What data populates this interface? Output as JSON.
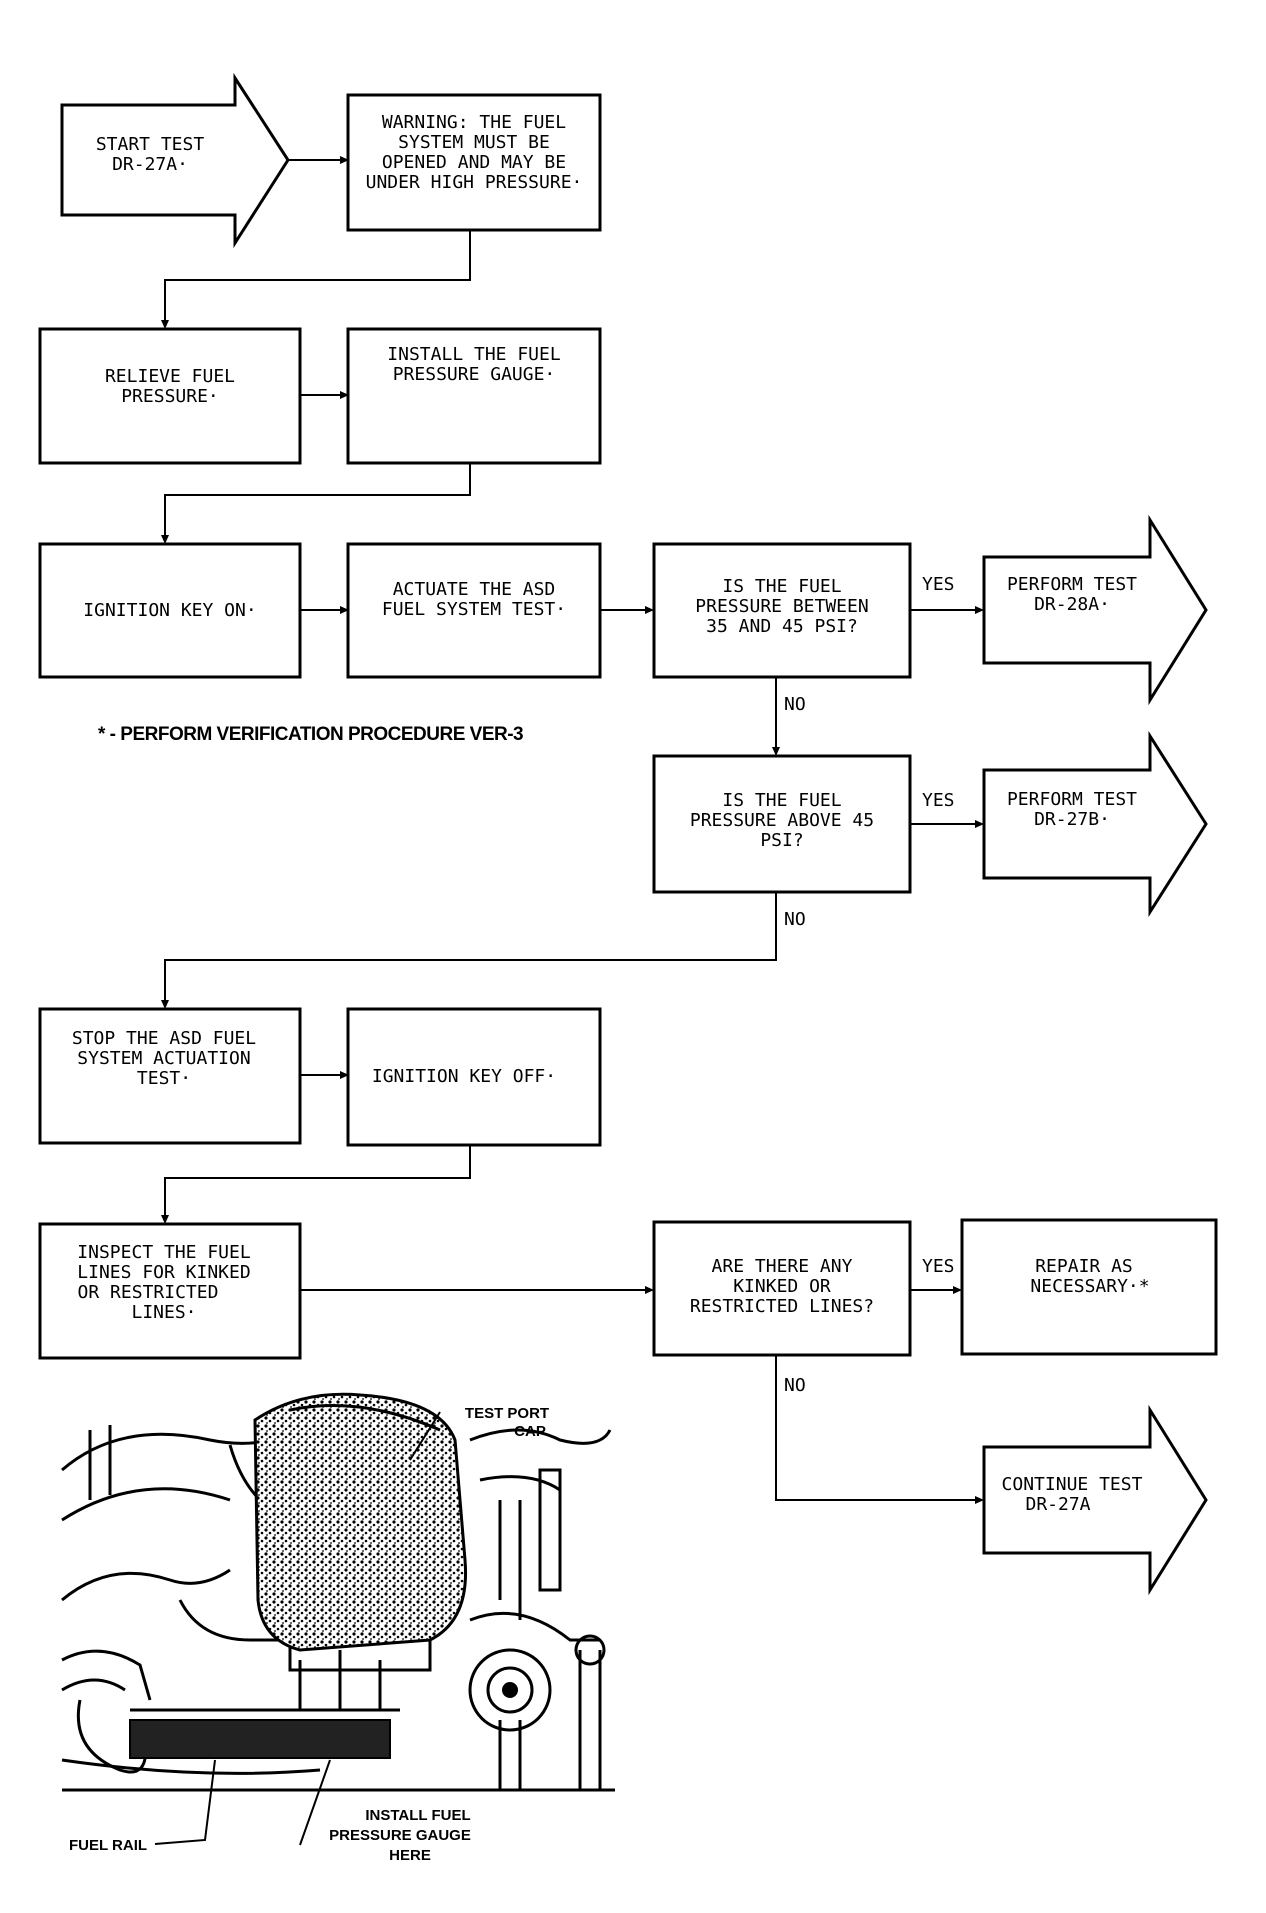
{
  "flowchart": {
    "start": [
      "START TEST",
      "DR-27A·"
    ],
    "warning": [
      "WARNING: THE FUEL",
      "SYSTEM MUST BE",
      "OPENED AND MAY BE",
      "UNDER HIGH PRESSURE·"
    ],
    "relieve": [
      "RELIEVE FUEL",
      "PRESSURE·"
    ],
    "install_gauge": [
      "INSTALL THE FUEL",
      "PRESSURE GAUGE·"
    ],
    "ignition_on": [
      "IGNITION KEY ON·"
    ],
    "actuate": [
      "ACTUATE THE ASD",
      "FUEL SYSTEM TEST·"
    ],
    "q_between": [
      "IS THE FUEL",
      "PRESSURE BETWEEN",
      "35 AND 45 PSI?"
    ],
    "test_28a": [
      "PERFORM TEST",
      "DR-28A·"
    ],
    "q_above": [
      "IS THE FUEL",
      "PRESSURE ABOVE 45",
      "PSI?"
    ],
    "test_27b": [
      "PERFORM TEST",
      "DR-27B·"
    ],
    "stop_asd": [
      "STOP THE ASD FUEL",
      "SYSTEM ACTUATION",
      "TEST·"
    ],
    "ignition_off": [
      "IGNITION KEY OFF·"
    ],
    "inspect": [
      "INSPECT THE FUEL",
      "LINES FOR KINKED",
      "OR RESTRICTED",
      "LINES·"
    ],
    "q_kinked": [
      "ARE THERE ANY",
      "KINKED OR",
      "RESTRICTED LINES?"
    ],
    "repair": [
      "REPAIR AS",
      "NECESSARY·*"
    ],
    "continue": [
      "CONTINUE TEST",
      "DR-27A"
    ],
    "yes_label": "YES",
    "no_label": "NO",
    "footnote": "* - PERFORM VERIFICATION PROCEDURE VER-3"
  },
  "illustration": {
    "test_port_cap": [
      "TEST PORT",
      "CAP"
    ],
    "install_gauge_here": [
      "INSTALL FUEL",
      "PRESSURE GAUGE",
      "HERE"
    ],
    "fuel_rail": "FUEL RAIL"
  }
}
